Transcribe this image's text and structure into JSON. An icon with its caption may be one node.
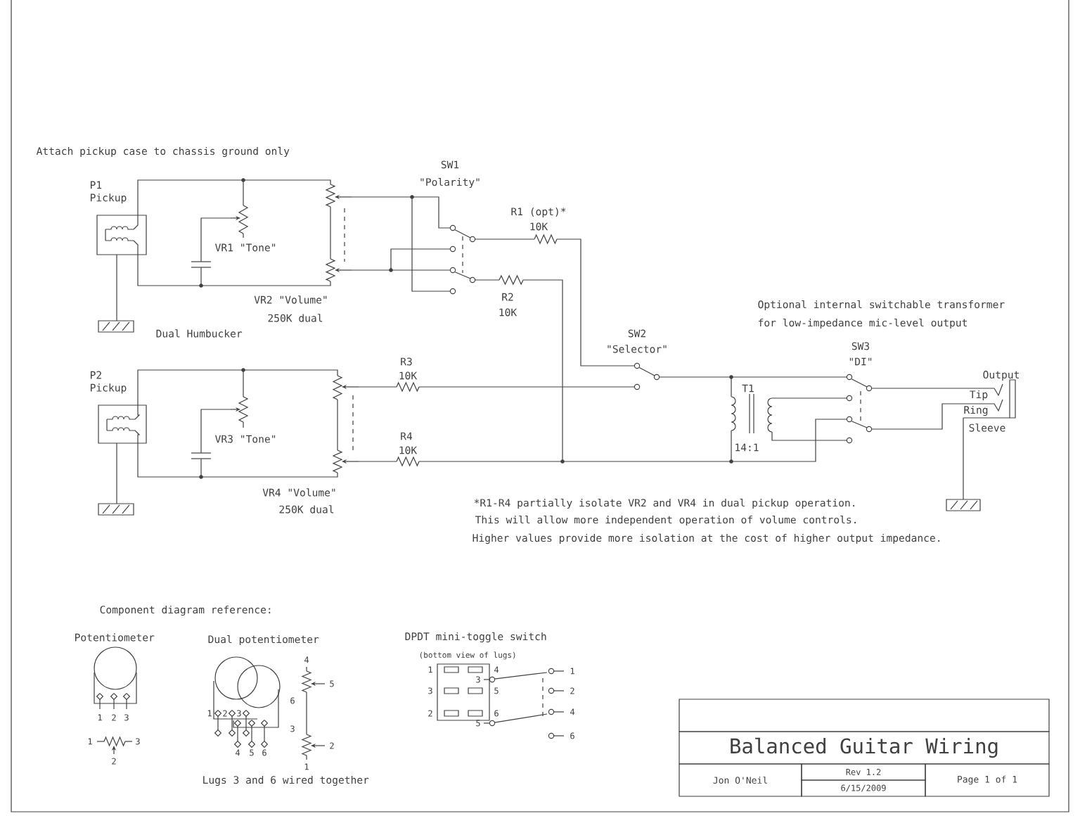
{
  "diagram": {
    "nodes": [
      {
        "text": [],
        "shape": "box"
      },
      {
        "text": [
          "Balanced Guitar Wiring"
        ]
      },
      {
        "text": [
          "Jon O'Neil"
        ]
      },
      {
        "text": [
          "Rev 1.2"
        ]
      },
      {
        "text": [
          "6/15/2009"
        ]
      },
      {
        "text": [
          "Page 1 of 1"
        ]
      }
    ],
    "labels": [
      "Attach pickup case to chassis ground only",
      "SW1",
      "\"Polarity\"",
      "P1 Pickup",
      "R1 (opt)*",
      "10K",
      "VR1 \"Tone\"",
      "R2",
      "10K",
      "VR2 \"Volume\"",
      "250K dual",
      "Optional internal switchable transformer",
      "Dual Humbucker",
      "for low-impedance mic-level output",
      "SW2",
      "\"Selector\"",
      "SW3",
      "R3",
      "\"DI\"",
      "10K",
      "P2 Pickup",
      "Output",
      "T1",
      "Tip",
      "Ring",
      "VR3 \"Tone\"",
      "R4",
      "10K",
      "Sleeve",
      "14:1",
      "VR4 \"Volume\"",
      "*R1-R4 partially isolate VR2 and VR4 in dual pickup operation.",
      "250K dual",
      "This will allow more independent operation of volume controls.",
      "Higher values provide more isolation at the cost of higher output impedance.",
      "Component diagram reference:",
      "Potentiometer",
      "Dual potentiometer",
      "DPDT mini-toggle switch",
      "(bottom view of lugs)",
      "1",
      "2",
      "3",
      "1",
      "3",
      "2",
      "4",
      "5",
      "6",
      "1",
      "2",
      "3",
      "3",
      "2",
      "4",
      "5",
      "6",
      "1",
      "1",
      "4",
      "3",
      "5",
      "2",
      "6",
      "1",
      "3",
      "2",
      "4",
      "5",
      "6",
      "Lugs 3 and 6 wired together"
    ]
  }
}
